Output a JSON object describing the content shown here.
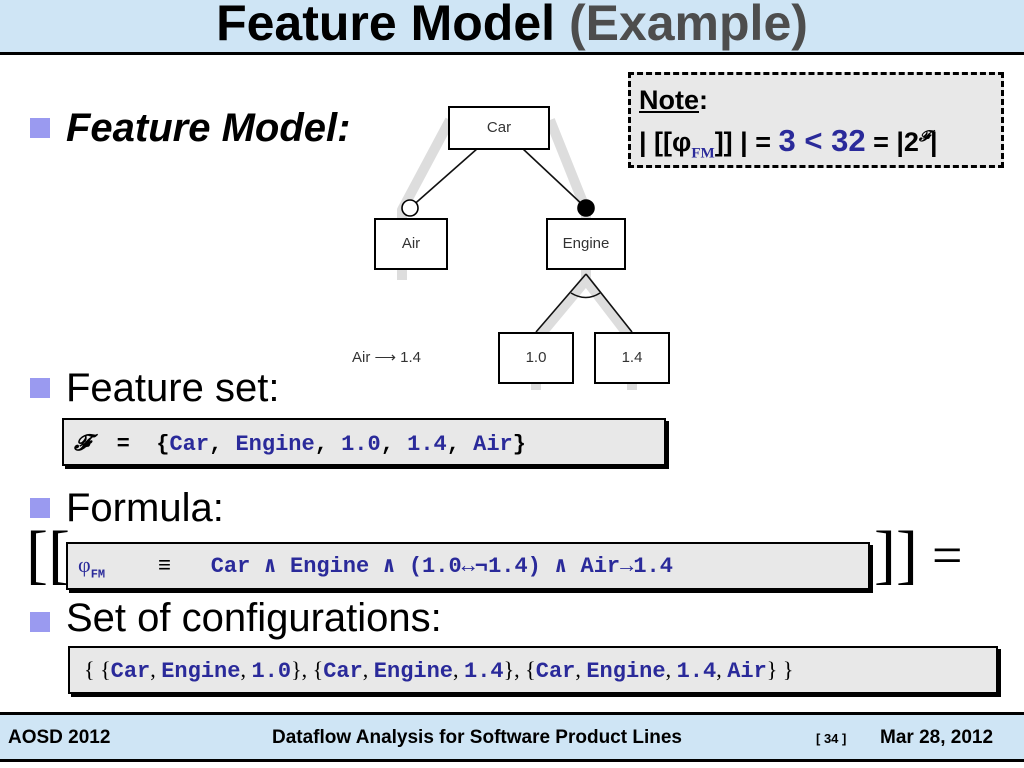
{
  "title": {
    "main": "Feature Model",
    "paren": "(Example)"
  },
  "bullets": {
    "feature_model": "Feature Model:",
    "feature_set": "Feature set:",
    "formula": "Formula:",
    "configs": "Set of configurations:"
  },
  "note": {
    "label": "Note",
    "colon": ":",
    "expr_left": "| [[φ",
    "expr_sub": "FM",
    "expr_mid": "]] | = ",
    "num_a": "3",
    "lt": " < ",
    "num_b": "32",
    "expr_right": " = |2",
    "sup": "𝓕",
    "end": "|"
  },
  "feature_model": {
    "nodes": {
      "car": "Car",
      "air": "Air",
      "engine": "Engine",
      "v10": "1.0",
      "v14": "1.4"
    },
    "constraint": "Air ⟶ 1.4"
  },
  "feature_set": {
    "sym": "𝓕",
    "eq": "=",
    "open": "{",
    "items": [
      "Car",
      "Engine",
      "1.0",
      "1.4",
      "Air"
    ],
    "sep": ",",
    "close": "}"
  },
  "formula": {
    "open_brackets": "[[",
    "close_brackets": "]]",
    "equals": "=",
    "phi": "φ",
    "phi_sub": "FM",
    "equiv": "≡",
    "body": "Car ∧ Engine ∧ (1.0↔¬1.4) ∧ Air→1.4"
  },
  "configs": {
    "outer_open": "{",
    "outer_close": "}",
    "sets": [
      [
        "Car",
        "Engine",
        "1.0"
      ],
      [
        "Car",
        "Engine",
        "1.4"
      ],
      [
        "Car",
        "Engine",
        "1.4",
        "Air"
      ]
    ]
  },
  "footer": {
    "left": "AOSD 2012",
    "center": "Dataflow Analysis for Software Product Lines",
    "page": "[ 34 ]",
    "date": "Mar 28, 2012"
  },
  "colors": {
    "title_bg": "#cfe5f5",
    "bullet": "#9a9af0",
    "accent_blue": "#2a2a9a",
    "box_bg": "#e8e8e8"
  }
}
